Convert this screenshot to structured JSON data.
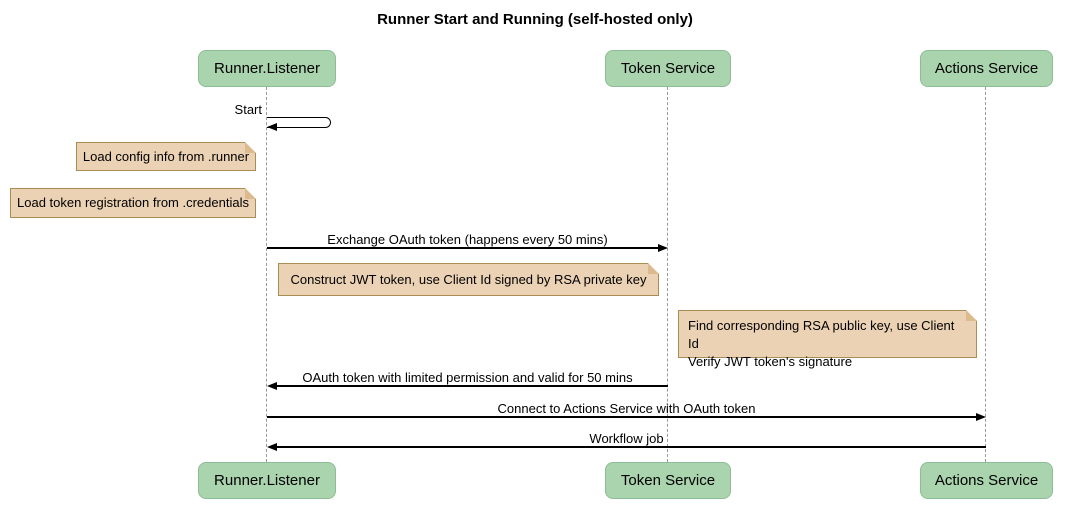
{
  "diagram": {
    "title": "Runner Start and Running (self-hosted only)",
    "type": "sequence-diagram"
  },
  "colors": {
    "actor_fill": "#a9d4ae",
    "actor_border": "#8cbd95",
    "note_fill": "#ecd2b4",
    "note_border": "#aa8d55",
    "note_fold": "#dcba8d",
    "lifeline": "#999999",
    "message": "#000000",
    "background": "#ffffff",
    "text": "#000000"
  },
  "participants": [
    {
      "id": "runner-listener",
      "label": "Runner.Listener"
    },
    {
      "id": "token-service",
      "label": "Token Service"
    },
    {
      "id": "actions-service",
      "label": "Actions Service"
    }
  ],
  "messages": [
    {
      "label": "Start",
      "from": "runner-listener",
      "to": "runner-listener",
      "kind": "self"
    },
    {
      "label": "Exchange OAuth token (happens every 50 mins)",
      "from": "runner-listener",
      "to": "token-service",
      "kind": "solid-arrow"
    },
    {
      "label": "OAuth token with limited permission and valid for 50 mins",
      "from": "token-service",
      "to": "runner-listener",
      "kind": "solid-arrow"
    },
    {
      "label": "Connect to Actions Service with OAuth token",
      "from": "runner-listener",
      "to": "actions-service",
      "kind": "solid-arrow"
    },
    {
      "label": "Workflow job",
      "from": "actions-service",
      "to": "runner-listener",
      "kind": "solid-arrow"
    }
  ],
  "notes": [
    {
      "text": "Load config info from .runner",
      "position": "left of runner-listener"
    },
    {
      "text": "Load token registration from .credentials",
      "position": "left of runner-listener"
    },
    {
      "text": "Construct JWT token, use Client Id signed by RSA private key",
      "position": "right of runner-listener"
    },
    {
      "lines": [
        "Find corresponding RSA public key, use Client Id",
        "Verify JWT token's signature"
      ],
      "position": "left of actions-service"
    }
  ]
}
